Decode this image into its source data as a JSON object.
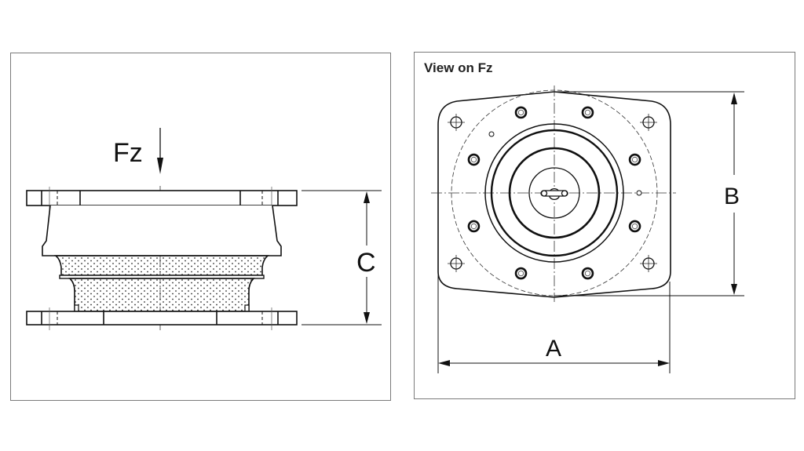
{
  "side_view": {
    "force_label": "Fz",
    "dimension_height_label": "C"
  },
  "top_view": {
    "title": "View on Fz",
    "dimension_width_label": "A",
    "dimension_depth_label": "B"
  },
  "colors": {
    "line": "#111111",
    "frame": "#7a7a7a",
    "center_line": "#333333"
  }
}
